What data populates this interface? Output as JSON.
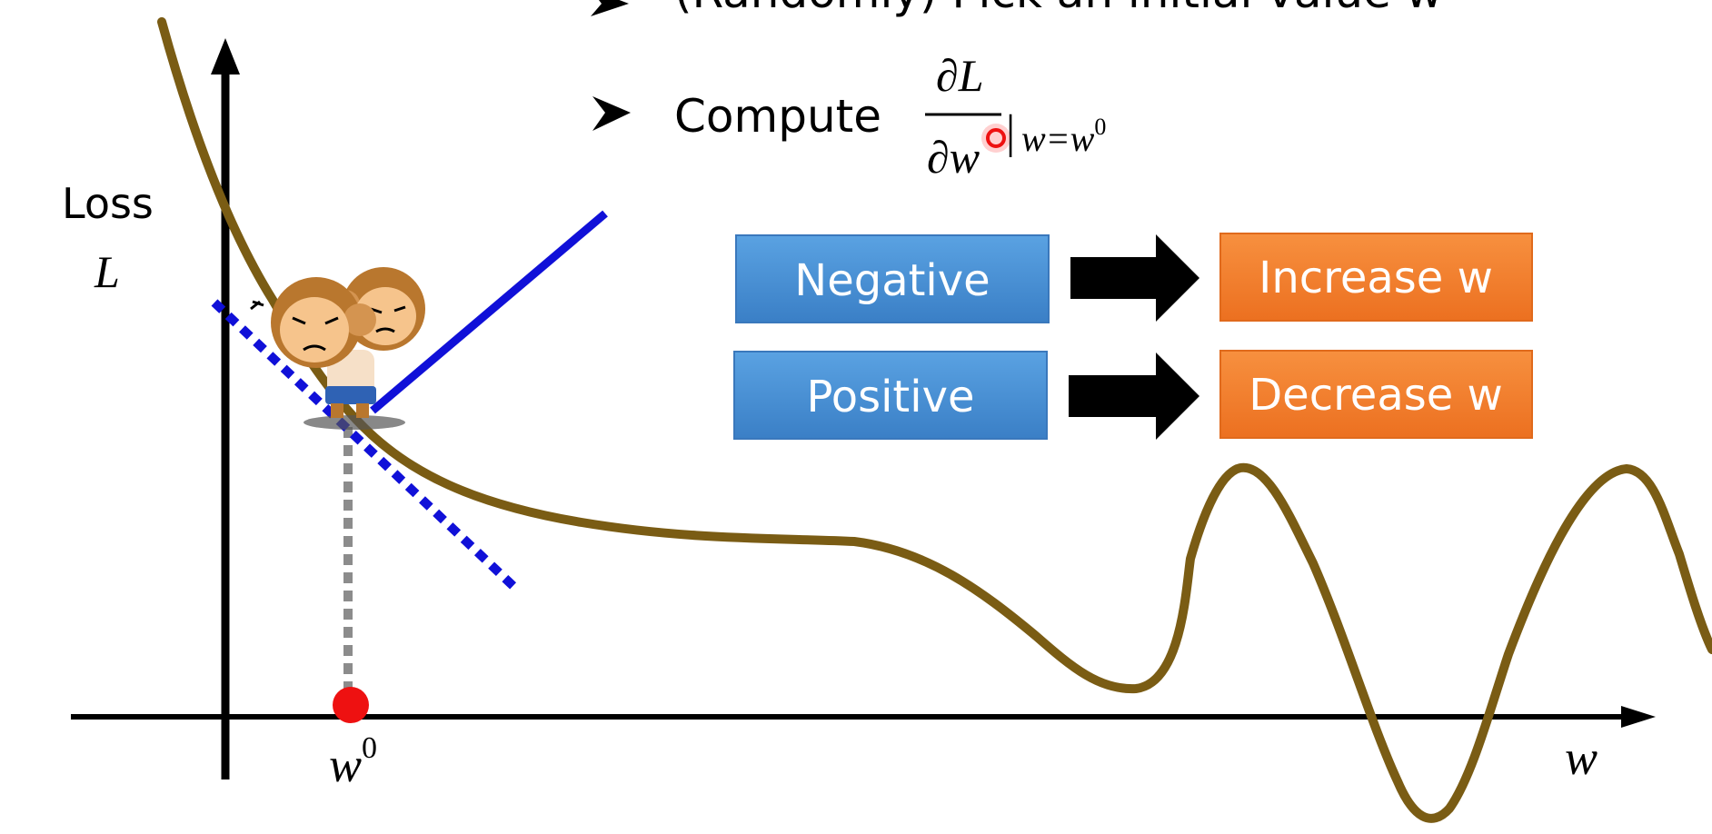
{
  "bullets": {
    "top_partial": "(Randomly) Pick an initial value w",
    "compute_label": "Compute"
  },
  "formula": {
    "numerator": "∂L",
    "denominator": "∂w",
    "eval_bar": "|",
    "subscript_base": "w=w",
    "subscript_sup": "0"
  },
  "axis": {
    "y_label_line1": "Loss",
    "y_label_line2": "L",
    "x_label": "w",
    "w0_base": "w",
    "w0_sup": "0"
  },
  "rules": [
    {
      "condition": "Negative",
      "action": "Increase w"
    },
    {
      "condition": "Positive",
      "action": "Decrease w"
    }
  ],
  "colors": {
    "curve": "#7a5c14",
    "tangent": "#1010d8",
    "guide": "#8c8c8c",
    "point": "#ee1111",
    "condition_box": "#4a90d4",
    "action_box": "#f27f2e",
    "arrow": "#000000"
  },
  "icons": {
    "bullet": "arrowhead-bullet-icon",
    "character": "monkey-character-icon",
    "rule_arrow": "right-arrow-icon",
    "cursor": "red-pointer-dot-icon"
  }
}
